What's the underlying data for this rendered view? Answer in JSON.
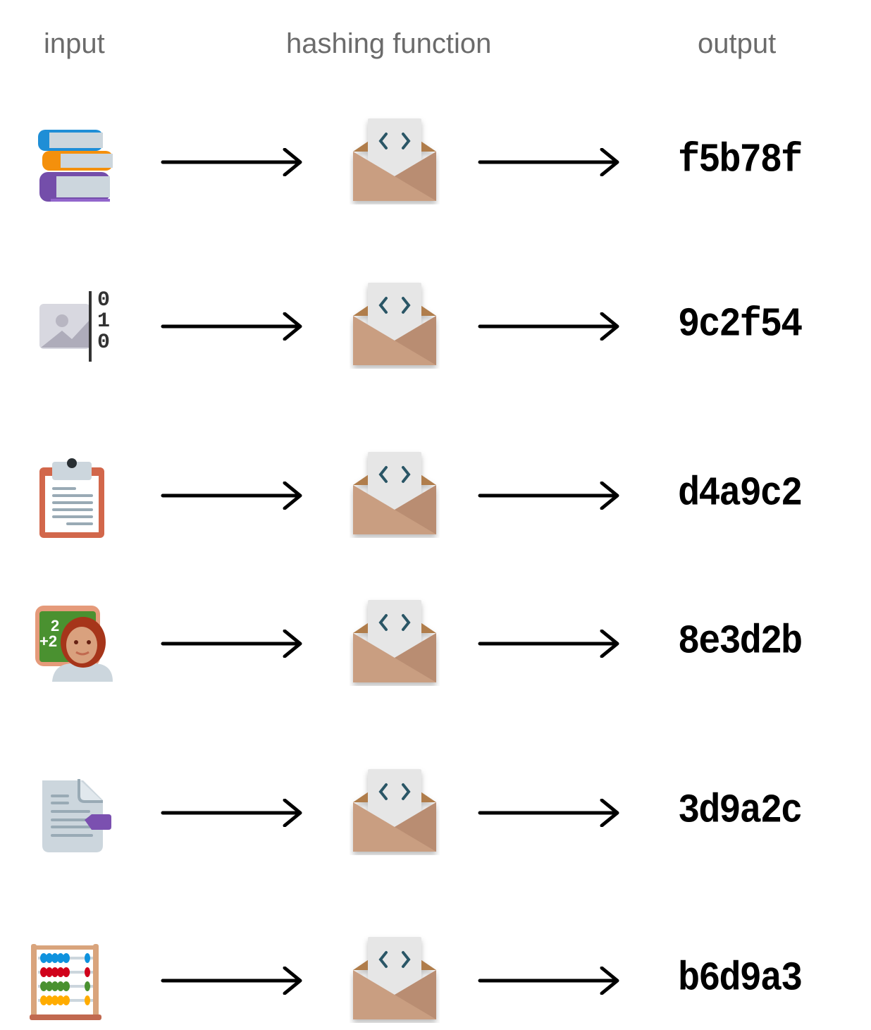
{
  "headers": {
    "input": "input",
    "function": "hashing function",
    "output": "output"
  },
  "rows": [
    {
      "input_icon": "books-icon",
      "output": "f5b78f"
    },
    {
      "input_icon": "binary-image-icon",
      "output": "9c2f54",
      "binary": [
        "0",
        "1",
        "0"
      ]
    },
    {
      "input_icon": "clipboard-icon",
      "output": "d4a9c2"
    },
    {
      "input_icon": "teacher-icon",
      "output": "8e3d2b",
      "board": [
        "2",
        "+2"
      ]
    },
    {
      "input_icon": "document-tag-icon",
      "output": "3d9a2c"
    },
    {
      "input_icon": "abacus-icon",
      "output": "b6d9a3"
    }
  ]
}
